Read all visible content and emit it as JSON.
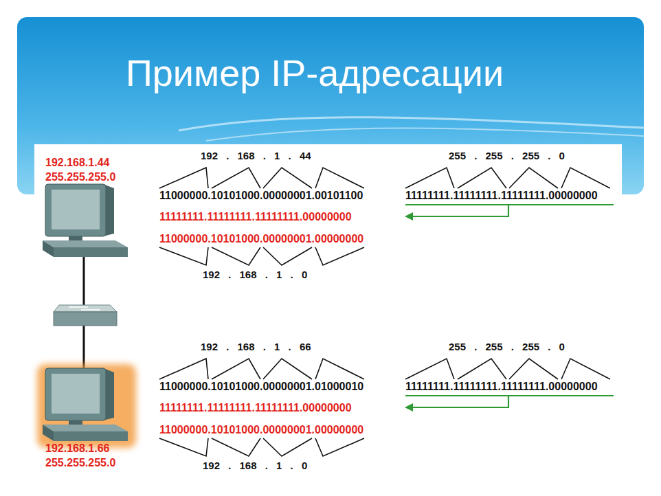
{
  "diagram": {
    "title": "Пример IP-адресации",
    "nodes": [
      {
        "text": [
          "192.168.1.44",
          "255.255.255.0"
        ]
      },
      {
        "text": [
          "192.168.1.66",
          "255.255.255.0"
        ]
      }
    ],
    "labels": [
      "192 . 168 . 1 . 44",
      "11000000.10101000.00000001.00101100",
      "11111111.11111111.11111111.00000000",
      "11000000.10101000.00000001.00000000",
      "192 . 168 . 1 . 0",
      "255 . 255 . 255 . 0",
      "11111111.11111111.11111111.00000000",
      "192 . 168 . 1 . 66",
      "11000000.10101000.00000001.01000010",
      "11111111.11111111.11111111.00000000",
      "11000000.10101000.00000001.00000000",
      "192 . 168 . 1 . 0",
      "255 . 255 . 255 . 0",
      "11111111.11111111.11111111.00000000"
    ]
  }
}
